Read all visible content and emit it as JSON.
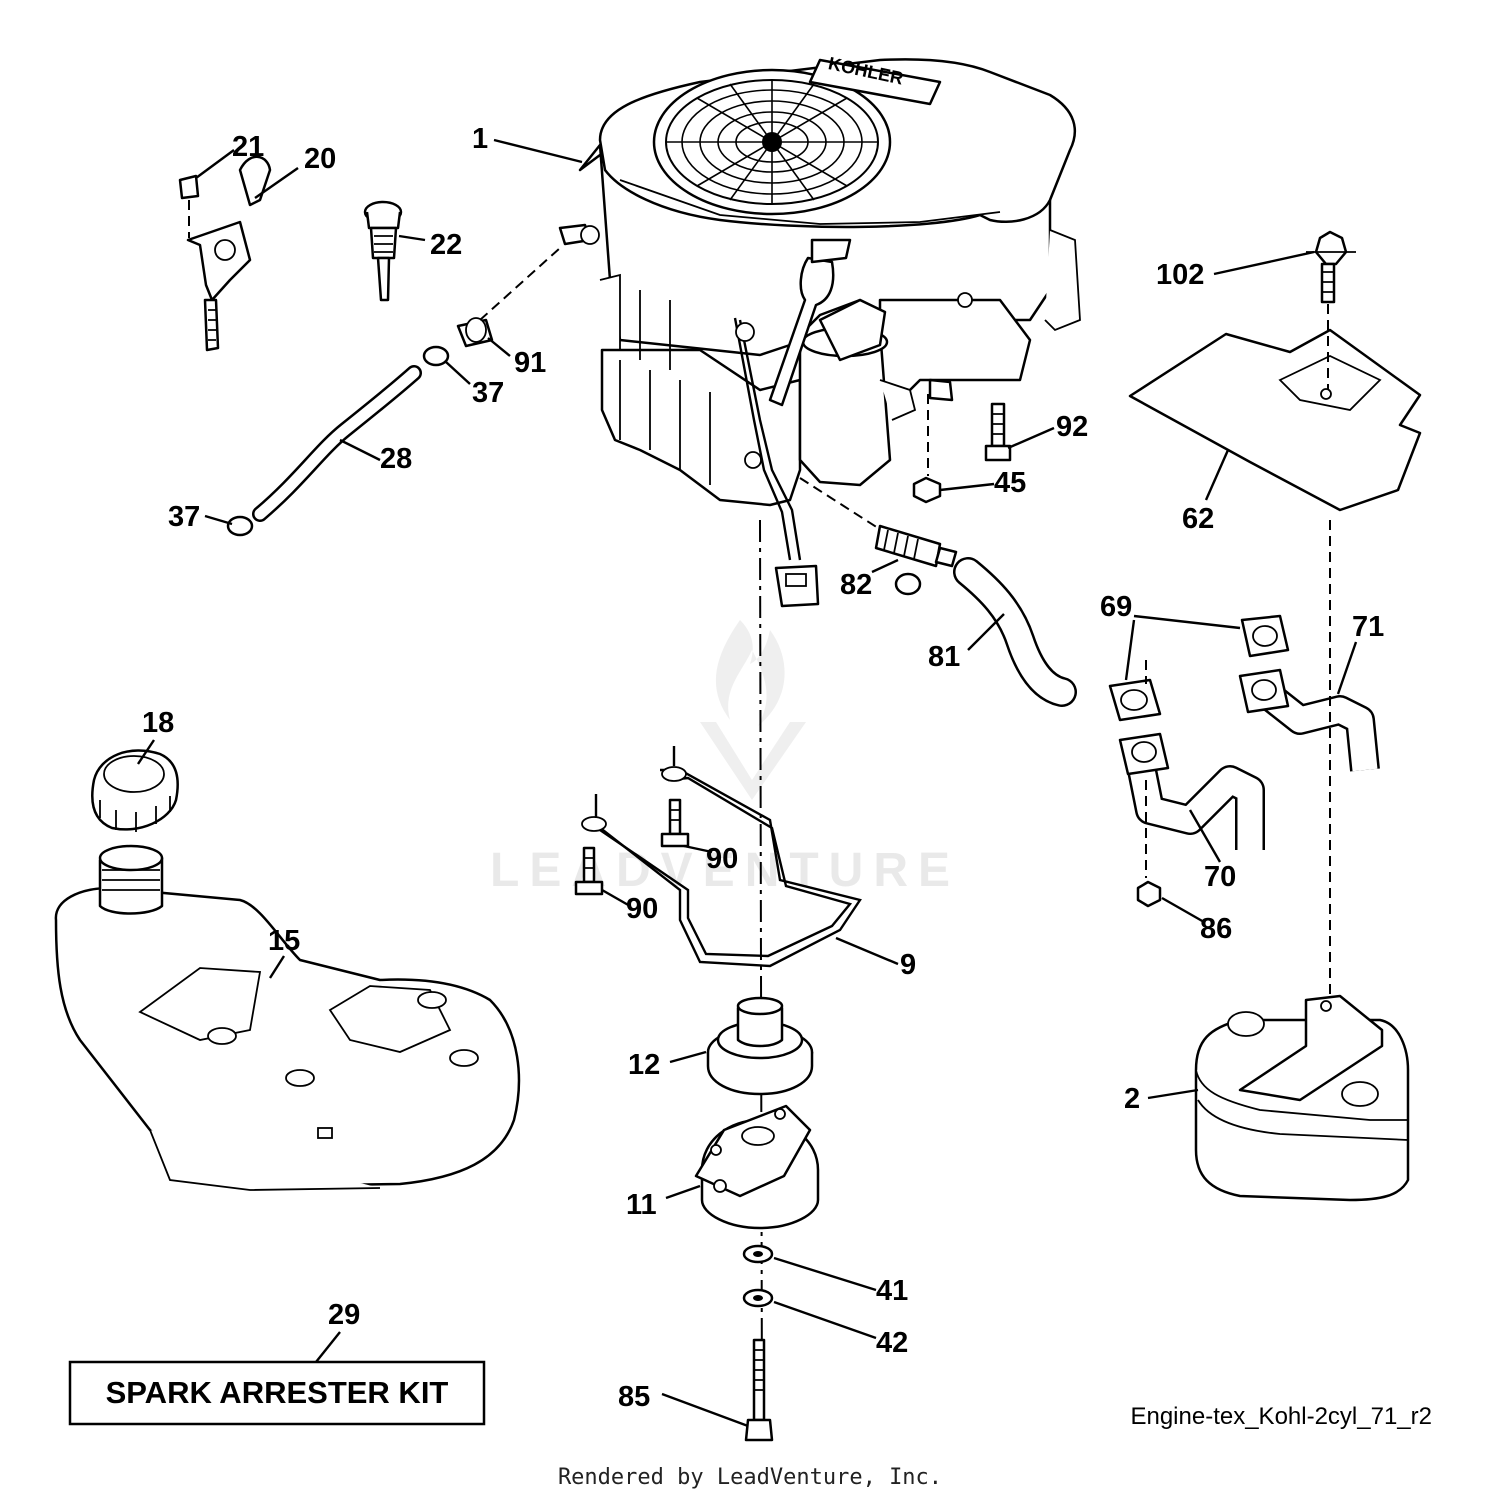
{
  "diagram": {
    "engine_brand_text": "KOHLER",
    "kit_label": "SPARK ARRESTER KIT",
    "reference_code": "Engine-tex_Kohl-2cyl_71_r2",
    "credit": "Rendered by LeadVenture, Inc.",
    "watermark": "LEADVENTURE"
  },
  "callouts": {
    "p1": "1",
    "p2": "2",
    "p9": "9",
    "p11": "11",
    "p12": "12",
    "p15": "15",
    "p18": "18",
    "p20": "20",
    "p21": "21",
    "p22": "22",
    "p28": "28",
    "p29": "29",
    "p37a": "37",
    "p37b": "37",
    "p41": "41",
    "p42": "42",
    "p45": "45",
    "p62": "62",
    "p69": "69",
    "p70": "70",
    "p71": "71",
    "p81": "81",
    "p82": "82",
    "p85": "85",
    "p86": "86",
    "p90a": "90",
    "p90b": "90",
    "p91": "91",
    "p92": "92",
    "p102": "102"
  }
}
